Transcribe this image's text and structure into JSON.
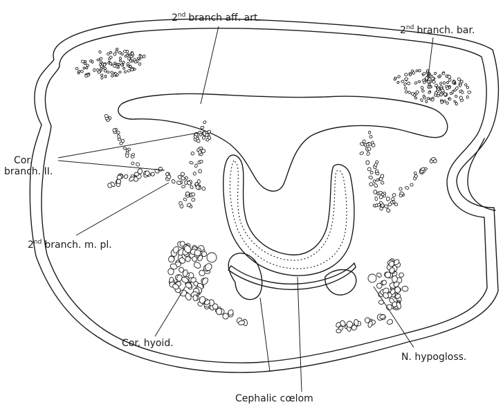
{
  "labels": {
    "aff_art": {
      "sup": "nd",
      "pre": "2",
      "text": "branch aff. art."
    },
    "bar": {
      "sup": "nd",
      "pre": "2",
      "text": "branch. bar."
    },
    "cor_branch_1": "Cor.",
    "cor_branch_2": "branch. II.",
    "mpl": {
      "sup": "nd",
      "pre": "2",
      "text": "branch. m. pl."
    },
    "cor_hyoid": "Cor. hyoid.",
    "hypogloss": "N. hypogloss.",
    "coelom": "Cephalic cœlom"
  },
  "colors": {
    "ink": "#1a1a1a",
    "paper": "#ffffff"
  }
}
